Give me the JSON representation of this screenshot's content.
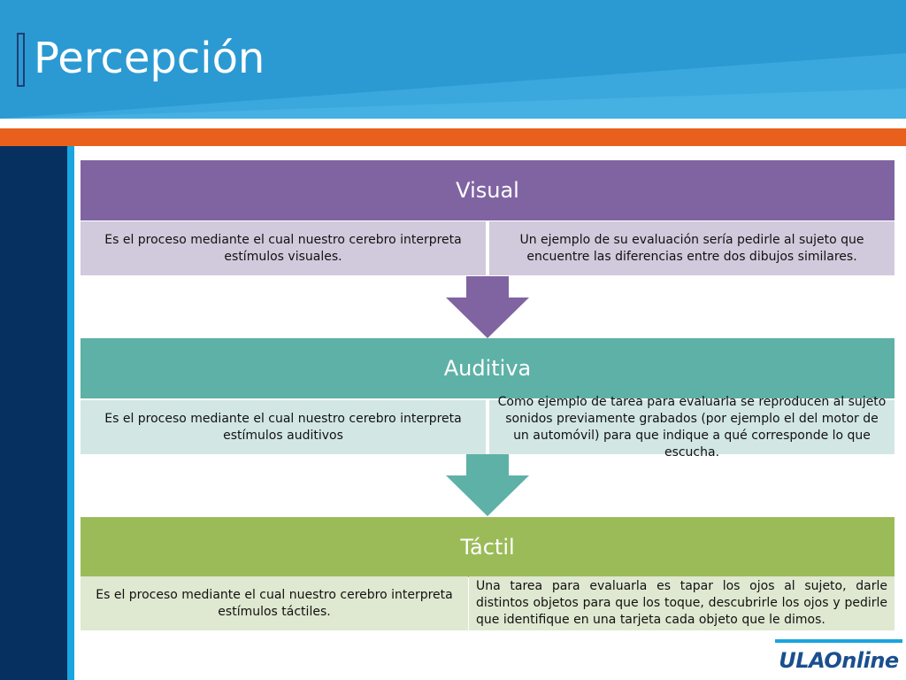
{
  "slide": {
    "title": "Percepción"
  },
  "colors": {
    "header_blue": "#2b9ad3",
    "orange": "#e8601c",
    "navy": "#06305f",
    "visual": "#8064a2",
    "visual_light": "#d1cadc",
    "auditiva": "#5eb1a6",
    "auditiva_light": "#d2e7e4",
    "tactil": "#9bbb59",
    "tactil_light": "#dfe8d0"
  },
  "sections": [
    {
      "title": "Visual",
      "definition": "Es el proceso mediante el cual nuestro cerebro interpreta estímulos visuales.",
      "example": "Un ejemplo de su evaluación sería pedirle al sujeto que encuentre las diferencias entre dos dibujos similares."
    },
    {
      "title": "Auditiva",
      "definition": "Es el proceso mediante el cual nuestro cerebro interpreta estímulos auditivos",
      "example": "Como ejemplo de tarea para evaluarla se reproducen al sujeto sonidos previamente grabados (por ejemplo el del motor de un automóvil) para que indique a qué corresponde lo que escucha."
    },
    {
      "title": "Táctil",
      "definition": "Es el proceso mediante el cual nuestro cerebro interpreta estímulos táctiles.",
      "example": "Una tarea para evaluarla es tapar los ojos al sujeto, darle distintos objetos para que los toque, descubrirle los ojos y pedirle que identifique en una tarjeta  cada objeto que le dimos."
    }
  ],
  "logo": {
    "text": "ULAOnline"
  }
}
